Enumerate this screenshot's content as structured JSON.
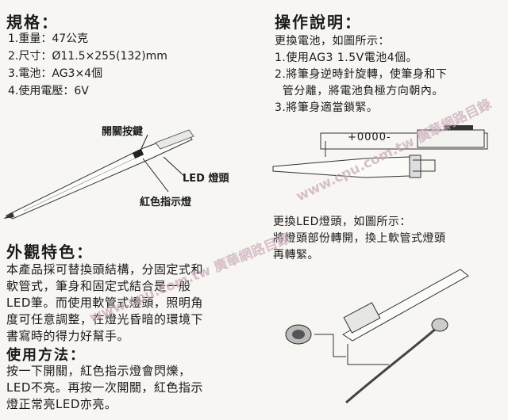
{
  "specs": {
    "title": "規格：",
    "items": [
      "1.重量：47公克",
      "2.尺寸：Ø11.5×255(132)mm",
      "3.電池：AG3×4個",
      "4.使用電壓：6V"
    ]
  },
  "left_diagram": {
    "switch_label": "開關按鍵",
    "led_label": "LED 燈頭",
    "red_label": "紅色指示燈"
  },
  "appearance": {
    "title": "外觀特色：",
    "lines": [
      "本產品採可替換頭結構，分固定式和",
      "軟管式，筆身和固定式結合是一般",
      "LED筆。而使用軟管式燈頭，照明角",
      "度可任意調整，在燈光昏暗的環境下",
      "書寫時的得力好幫手。"
    ]
  },
  "usage": {
    "title": "使用方法：",
    "lines": [
      "按一下開關，紅色指示燈會閃爍，",
      "LED不亮。再按一次開關，紅色指示",
      "燈正常亮LED亦亮。"
    ]
  },
  "operation": {
    "title": "操作說明：",
    "lines": [
      "更換電池，如圖所示：",
      "1.使用AG3 1.5V電池4個。",
      "2.將筆身逆時針旋轉，使筆身和下",
      "  管分離，將電池負極方向朝內。",
      "3.將筆身適當鎖緊。"
    ]
  },
  "battery_diagram": {
    "label": "+0000-"
  },
  "replace_led": {
    "lines": [
      "更換LED燈頭，如圖所示：",
      "將燈頭部份轉開，換上軟管式燈頭",
      "再轉緊。"
    ]
  },
  "watermarks": {
    "diagonal": "www.cpu.com.tw 廣華網路目錄",
    "lower": "www.cpu.com.tw 廣華網路目錄"
  }
}
